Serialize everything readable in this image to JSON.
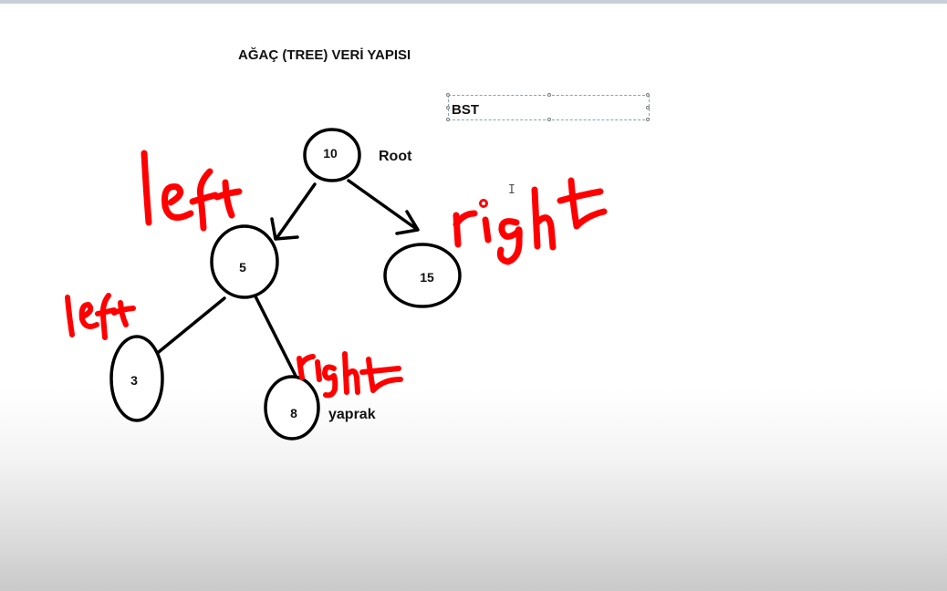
{
  "page": {
    "title": "AĞAÇ (TREE) VERİ YAPISI"
  },
  "textbox": {
    "text": "BST"
  },
  "cursor": {
    "glyph": "I"
  },
  "tree": {
    "nodes": [
      {
        "id": "n10",
        "label": "10"
      },
      {
        "id": "n5",
        "label": "5"
      },
      {
        "id": "n15",
        "label": "15"
      },
      {
        "id": "n3",
        "label": "3"
      },
      {
        "id": "n8",
        "label": "8"
      }
    ],
    "labels": {
      "root": "Root",
      "leaf": "yaprak"
    }
  },
  "annotations": {
    "color": "#ff0000",
    "texts": [
      "left",
      "right",
      "left",
      "right"
    ]
  }
}
